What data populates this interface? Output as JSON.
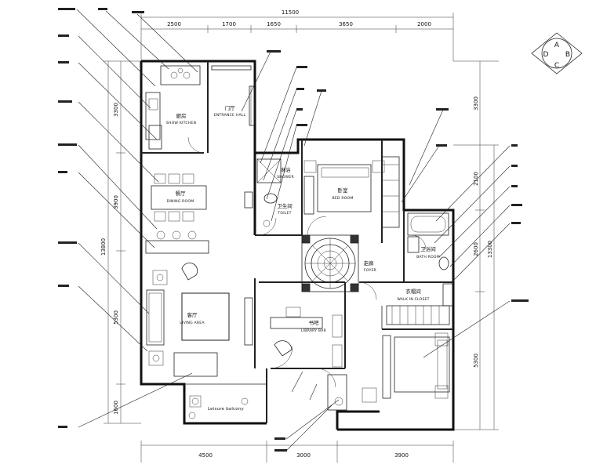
{
  "dimensions": {
    "total_top": "11500",
    "top": [
      "2500",
      "1700",
      "1650",
      "3650",
      "2000"
    ],
    "bottom": [
      "4500",
      "3000",
      "3900"
    ],
    "left": [
      "3300",
      "3900",
      "5300",
      "1600"
    ],
    "left_total": "13800",
    "right": [
      "3300",
      "2100",
      "2600",
      "5300"
    ],
    "right_total": "13300"
  },
  "compass": [
    "A",
    "B",
    "C",
    "D"
  ],
  "rooms": [
    {
      "id": "show-kitchen",
      "cn": "厨房",
      "en": "SHOW KITCHEN"
    },
    {
      "id": "entrance-hall",
      "cn": "门厅",
      "en": "ENTRANCE HALL"
    },
    {
      "id": "dining-room",
      "cn": "餐厅",
      "en": "DINING ROOM"
    },
    {
      "id": "shower",
      "cn": "淋浴",
      "en": "SHOWER"
    },
    {
      "id": "toilet",
      "cn": "卫生间",
      "en": "TOILET"
    },
    {
      "id": "bedroom",
      "cn": "卧室",
      "en": "BED ROOM"
    },
    {
      "id": "foyer",
      "cn": "走廊",
      "en": "FOYER"
    },
    {
      "id": "bath-room",
      "cn": "卫浴间",
      "en": "BATH ROOM"
    },
    {
      "id": "walk-in-closet",
      "cn": "衣帽间",
      "en": "WALK IN CLOSET"
    },
    {
      "id": "living-area",
      "cn": "客厅",
      "en": "LIVING AREA"
    },
    {
      "id": "library-bar",
      "cn": "书吧",
      "en": "LIBRARY BAR"
    },
    {
      "id": "leisure-balcony",
      "cn": "",
      "en": "Leisure balcony"
    }
  ]
}
